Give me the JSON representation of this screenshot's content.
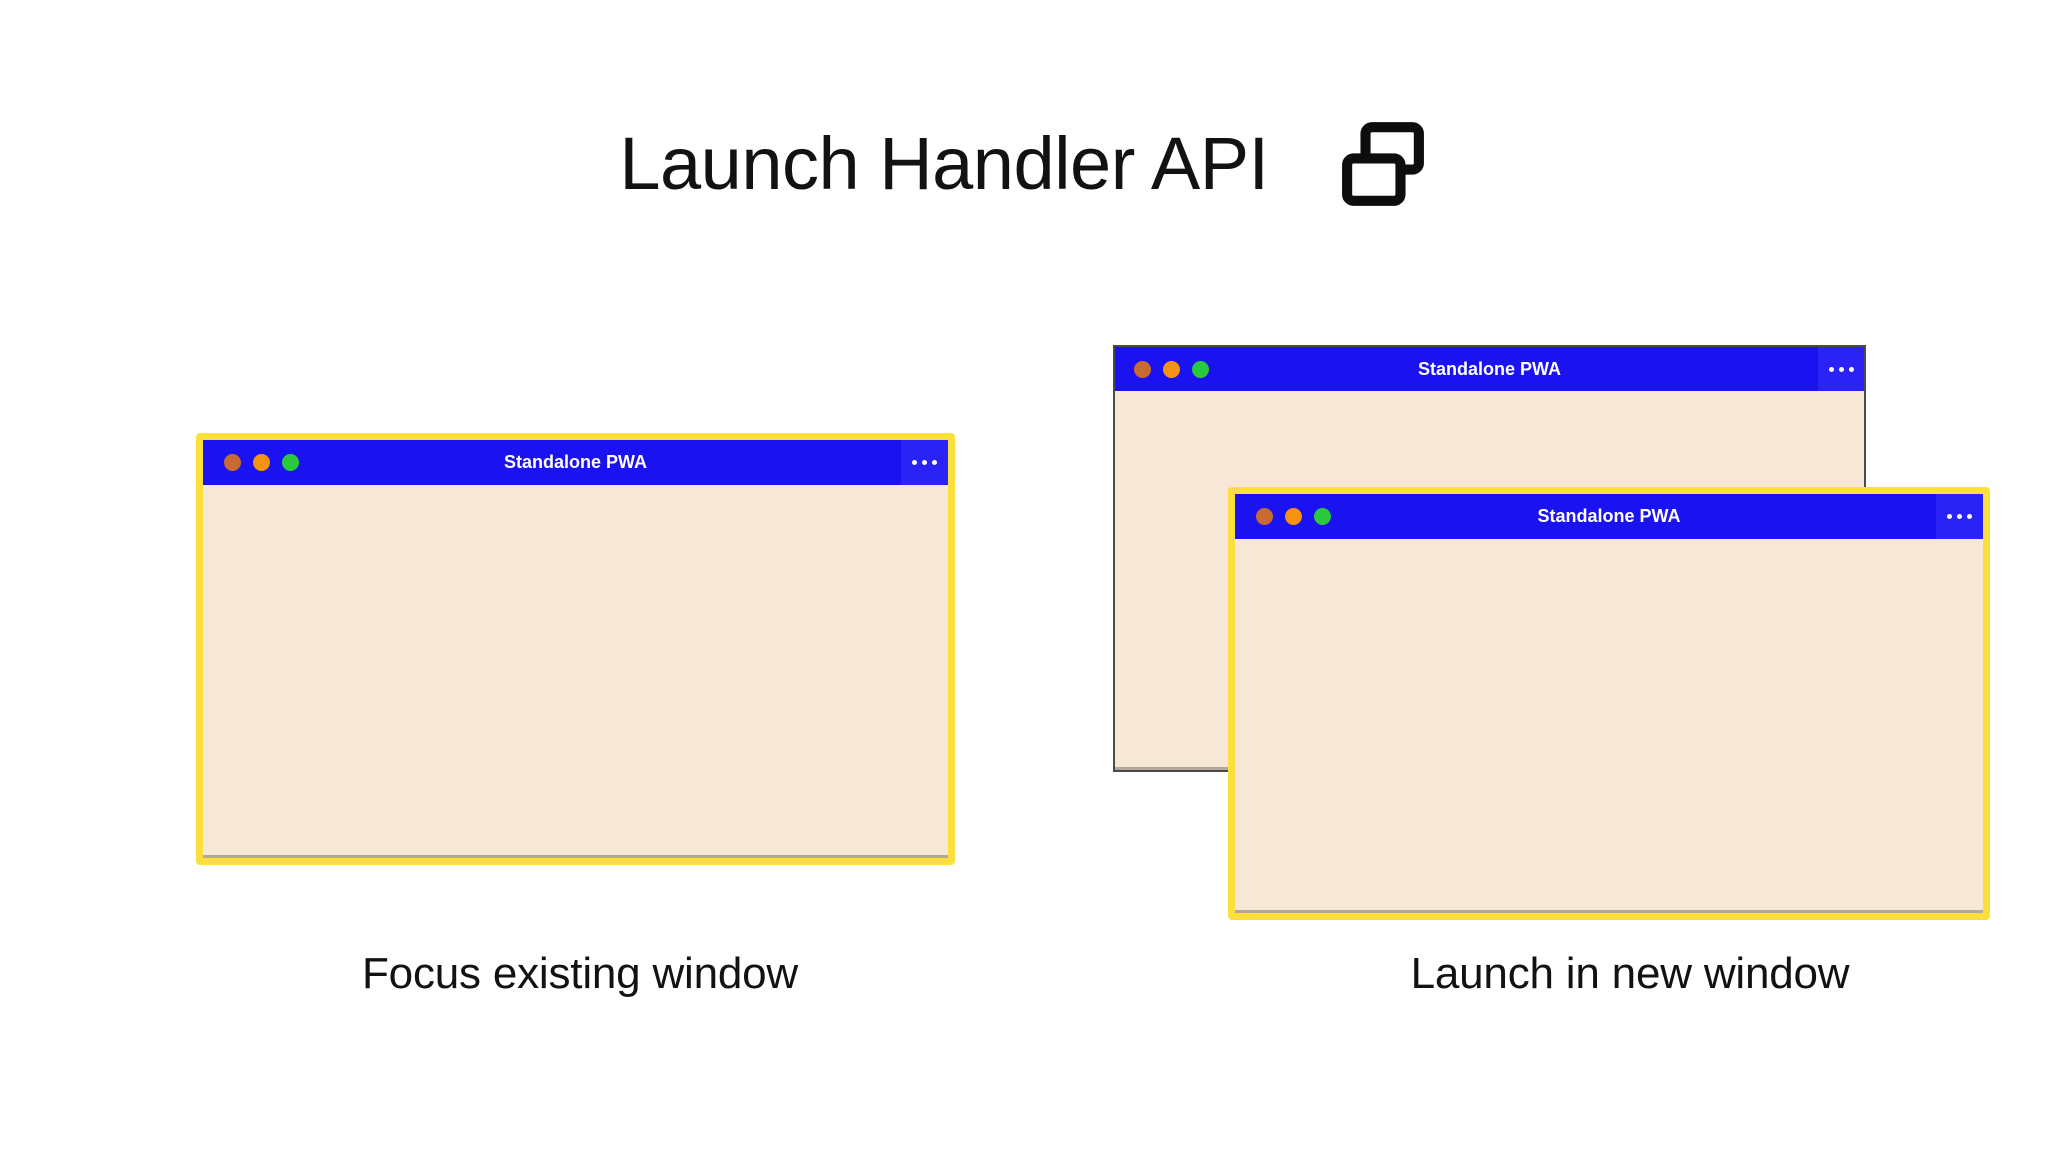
{
  "header": {
    "title": "Launch Handler API",
    "icon": "multi-window-icon"
  },
  "theme": {
    "canvas_background": "#ffffff",
    "titlebar_blue": "#1A12F0",
    "menu_panel_blue": "#2B23F5",
    "window_body_cream": "#F7E8D5",
    "highlight_yellow": "#FBE03C",
    "plain_border_gray": "#4a4a46",
    "text_dark": "#121212",
    "dot_red": "#C96A32",
    "dot_yellow": "#F59210",
    "dot_green": "#2BC93C"
  },
  "scenarios": [
    {
      "id": "focus-existing",
      "caption": "Focus existing window",
      "windows": [
        {
          "id": "focus-window",
          "title": "Standalone PWA",
          "menu_label": "⋯",
          "highlighted": true,
          "traffic_lights": [
            "close-dot",
            "minimize-dot",
            "maximize-dot"
          ]
        }
      ]
    },
    {
      "id": "launch-new",
      "caption": "Launch in new window",
      "windows": [
        {
          "id": "new-window-back",
          "title": "Standalone PWA",
          "menu_label": "⋯",
          "highlighted": false,
          "traffic_lights": [
            "close-dot",
            "minimize-dot",
            "maximize-dot"
          ]
        },
        {
          "id": "new-window-front",
          "title": "Standalone PWA",
          "menu_label": "⋯",
          "highlighted": true,
          "traffic_lights": [
            "close-dot",
            "minimize-dot",
            "maximize-dot"
          ]
        }
      ]
    }
  ]
}
